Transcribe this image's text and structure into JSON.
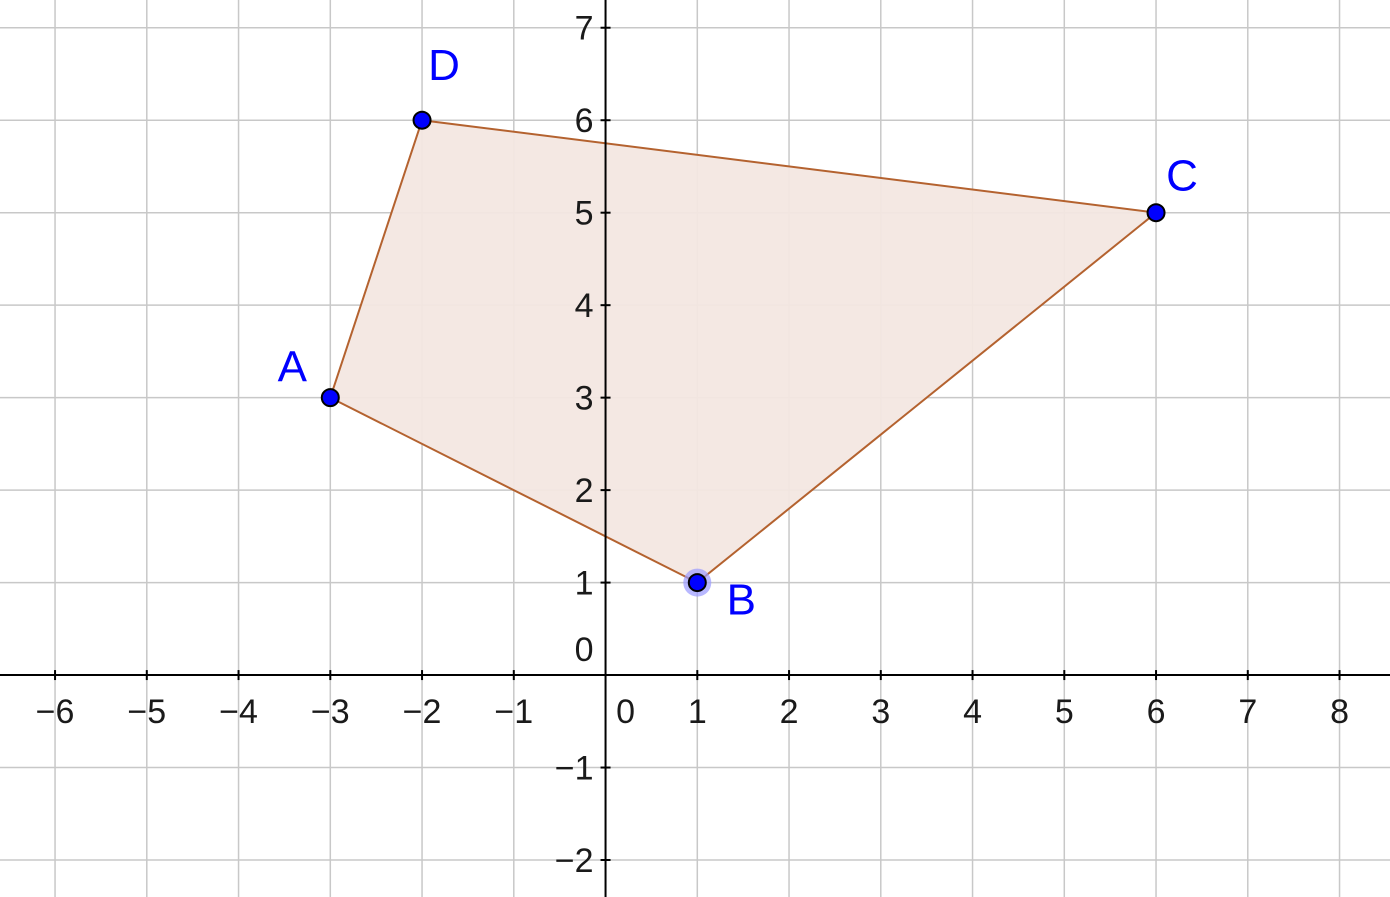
{
  "colors": {
    "grid": "#c8c8c8",
    "axis": "#000000",
    "polygon_fill": "#f3e7e1",
    "polygon_stroke": "#b4622f",
    "point_fill": "#0000ff",
    "point_stroke": "#000000",
    "label": "#0000ff",
    "selected_halo": "#9a9aff"
  },
  "axes": {
    "x_range": [
      -6.6,
      8.55
    ],
    "y_range": [
      -2.4,
      7.3
    ],
    "x_ticks": [
      {
        "value": -6,
        "label": "−6"
      },
      {
        "value": -5,
        "label": "−5"
      },
      {
        "value": -4,
        "label": "−4"
      },
      {
        "value": -3,
        "label": "−3"
      },
      {
        "value": -2,
        "label": "−2"
      },
      {
        "value": -1,
        "label": "−1"
      },
      {
        "value": 0,
        "label": "0"
      },
      {
        "value": 1,
        "label": "1"
      },
      {
        "value": 2,
        "label": "2"
      },
      {
        "value": 3,
        "label": "3"
      },
      {
        "value": 4,
        "label": "4"
      },
      {
        "value": 5,
        "label": "5"
      },
      {
        "value": 6,
        "label": "6"
      },
      {
        "value": 7,
        "label": "7"
      },
      {
        "value": 8,
        "label": "8"
      }
    ],
    "y_ticks": [
      {
        "value": 7,
        "label": "7"
      },
      {
        "value": 6,
        "label": "6"
      },
      {
        "value": 5,
        "label": "5"
      },
      {
        "value": 4,
        "label": "4"
      },
      {
        "value": 3,
        "label": "3"
      },
      {
        "value": 2,
        "label": "2"
      },
      {
        "value": 1,
        "label": "1"
      },
      {
        "value": 0,
        "label": "0"
      },
      {
        "value": -1,
        "label": "−1"
      },
      {
        "value": -2,
        "label": "−2"
      }
    ]
  },
  "polygon": {
    "vertices": [
      "A",
      "B",
      "C",
      "D"
    ]
  },
  "points": [
    {
      "id": "A",
      "label": "A",
      "x": -3,
      "y": 3,
      "selected": false
    },
    {
      "id": "B",
      "label": "B",
      "x": 1,
      "y": 1,
      "selected": true
    },
    {
      "id": "C",
      "label": "C",
      "x": 6,
      "y": 5,
      "selected": false
    },
    {
      "id": "D",
      "label": "D",
      "x": -2,
      "y": 6,
      "selected": false
    }
  ]
}
